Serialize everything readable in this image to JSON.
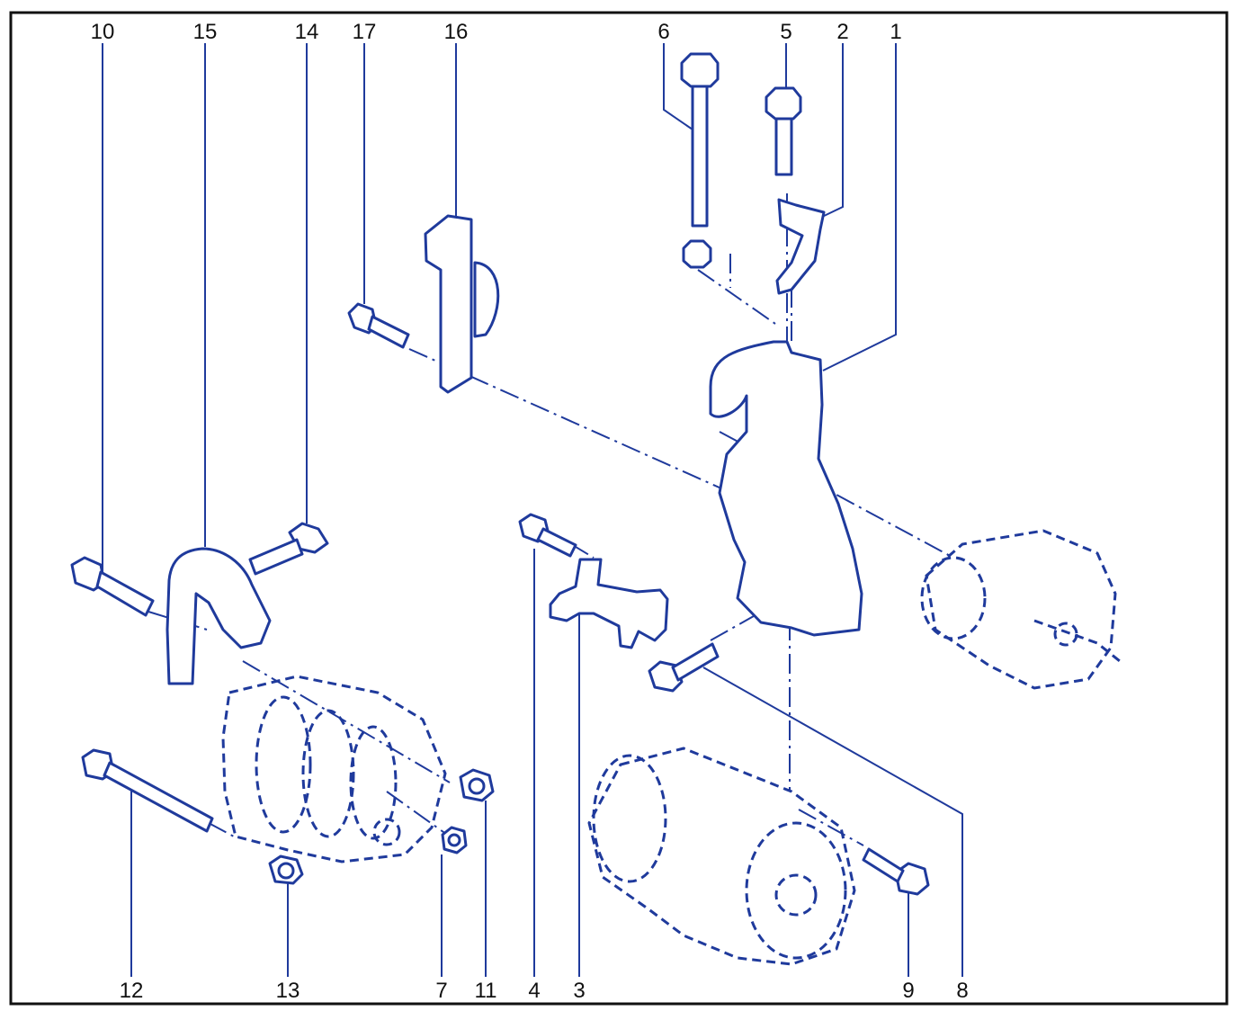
{
  "colors": {
    "ink": "#1f3a9c",
    "fill": "#ffffff",
    "label": "#111111",
    "frame": "#111111"
  },
  "callouts_top": [
    "10",
    "15",
    "14",
    "17",
    "16",
    "6",
    "5",
    "2",
    "1"
  ],
  "callouts_bottom": [
    "12",
    "13",
    "7",
    "11",
    "4",
    "3",
    "9",
    "8"
  ]
}
